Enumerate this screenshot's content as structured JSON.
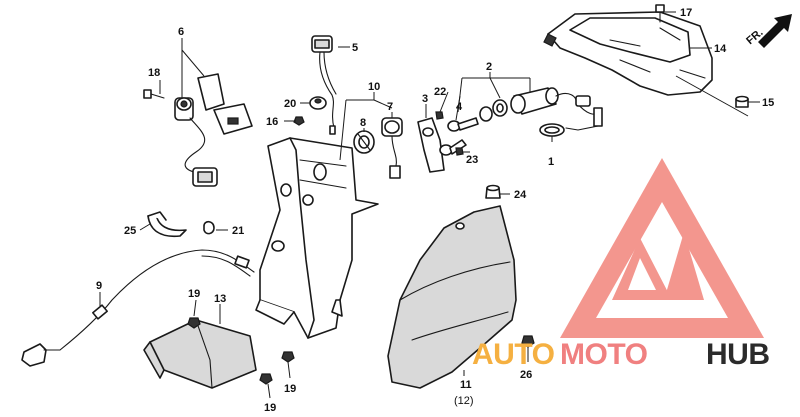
{
  "callouts": {
    "c1": "1",
    "c2": "2",
    "c3": "3",
    "c4": "4",
    "c5": "5",
    "c6": "6",
    "c7": "7",
    "c8": "8",
    "c9": "9",
    "c10": "10",
    "c11": "11",
    "c12": "(12)",
    "c13": "13",
    "c14": "14",
    "c15": "15",
    "c16": "16",
    "c17": "17",
    "c18": "18",
    "c19a": "19",
    "c19b": "19",
    "c19c": "19",
    "c20": "20",
    "c21": "21",
    "c22": "22",
    "c23": "23",
    "c24": "24",
    "c25": "25",
    "c26": "26"
  },
  "direction": {
    "label": "FR."
  },
  "watermark": {
    "word1": "AUTO",
    "word2": "MOTO",
    "word3": "HUB",
    "colors": {
      "auto": "#f5b041",
      "moto": "#f08080",
      "hub": "#2b2b2b",
      "logo": "#f28b82"
    }
  }
}
